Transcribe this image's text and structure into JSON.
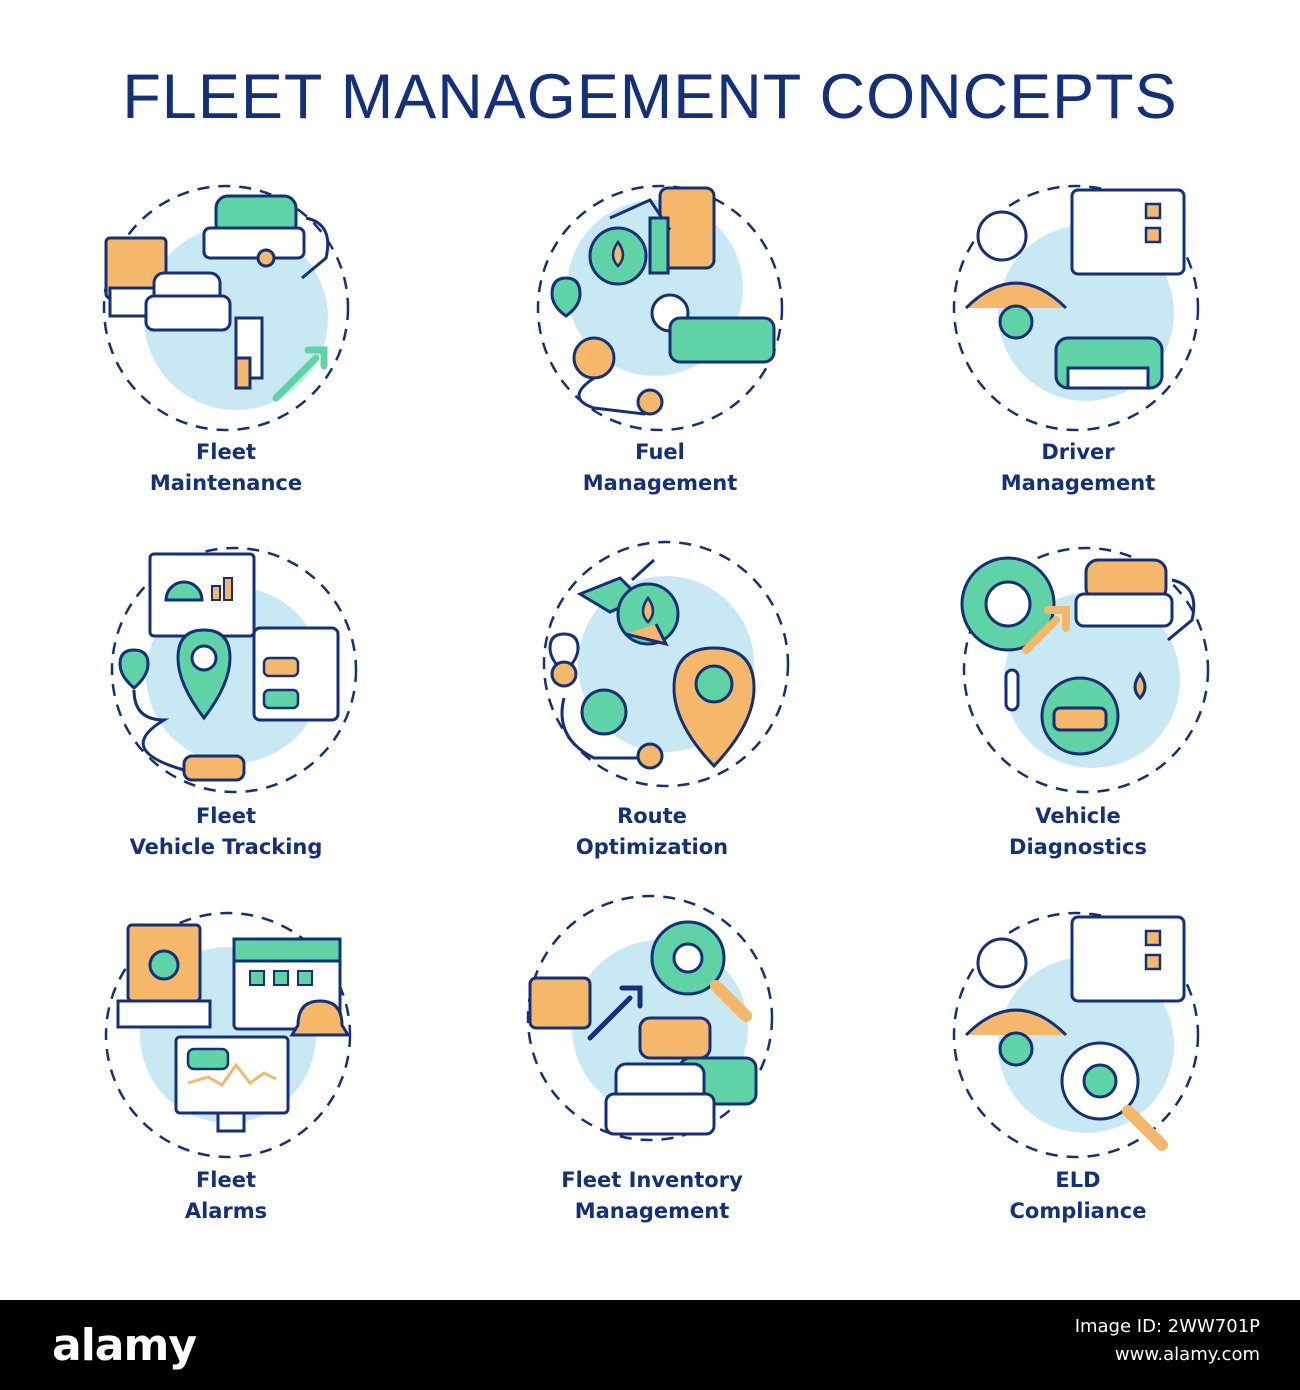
{
  "title": "FLEET MANAGEMENT CONCEPTS",
  "palette": {
    "navy": "#13307a",
    "green": "#5fd3a6",
    "orange": "#f5b86a",
    "light_blue": "#c8e8f4"
  },
  "concepts": [
    {
      "line1": "Fleet",
      "line2": "Maintenance",
      "icon": "fleet-maintenance-icon"
    },
    {
      "line1": "Fuel",
      "line2": "Management",
      "icon": "fuel-management-icon"
    },
    {
      "line1": "Driver",
      "line2": "Management",
      "icon": "driver-management-icon"
    },
    {
      "line1": "Fleet",
      "line2": "Vehicle Tracking",
      "icon": "vehicle-tracking-icon"
    },
    {
      "line1": "Route",
      "line2": "Optimization",
      "icon": "route-optimization-icon"
    },
    {
      "line1": "Vehicle",
      "line2": "Diagnostics",
      "icon": "vehicle-diagnostics-icon"
    },
    {
      "line1": "Fleet",
      "line2": "Alarms",
      "icon": "fleet-alarms-icon"
    },
    {
      "line1": "Fleet Inventory",
      "line2": "Management",
      "icon": "fleet-inventory-icon"
    },
    {
      "line1": "ELD",
      "line2": "Compliance",
      "icon": "eld-compliance-icon"
    }
  ],
  "footer": {
    "brand": "alamy",
    "image_id_line": "Image ID: 2WW701P",
    "site": "www.alamy.com"
  }
}
